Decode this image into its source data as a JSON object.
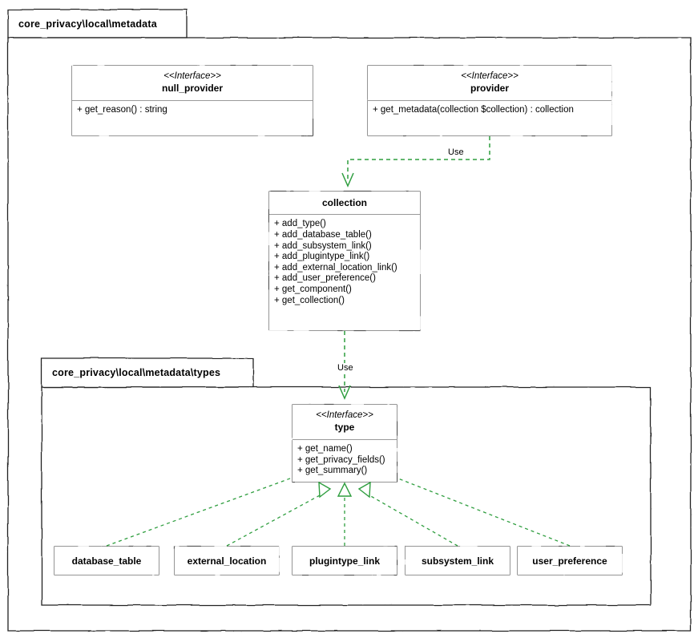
{
  "diagram": {
    "kind": "uml-class-diagram",
    "colors": {
      "background": "#ffffff",
      "box_border": "#555555",
      "divider": "#9a9a9a",
      "package_border": "#222222",
      "relation_green": "#2f9e3f",
      "text": "#000000"
    }
  },
  "packages": [
    {
      "id": "outer",
      "name": "core_privacy\\local\\metadata"
    },
    {
      "id": "inner",
      "name": "core_privacy\\local\\metadata\\types"
    }
  ],
  "classes": [
    {
      "id": "null_provider",
      "stereotype": "<<Interface>>",
      "name": "null_provider",
      "members": [
        "+ get_reason() : string"
      ]
    },
    {
      "id": "provider",
      "stereotype": "<<Interface>>",
      "name": "provider",
      "members": [
        "+ get_metadata(collection $collection) : collection"
      ]
    },
    {
      "id": "collection",
      "stereotype": "",
      "name": "collection",
      "members": [
        "+ add_type()",
        "+ add_database_table()",
        "+ add_subsystem_link()",
        "+ add_plugintype_link()",
        "+ add_external_location_link()",
        "+ add_user_preference()",
        "+ get_component()",
        "+ get_collection()"
      ]
    },
    {
      "id": "type",
      "stereotype": "<<Interface>>",
      "name": "type",
      "members": [
        "+ get_name()",
        "+ get_privacy_fields()",
        "+ get_summary()"
      ]
    },
    {
      "id": "database_table",
      "stereotype": "",
      "name": "database_table",
      "members": []
    },
    {
      "id": "external_location",
      "stereotype": "",
      "name": "external_location",
      "members": []
    },
    {
      "id": "plugintype_link",
      "stereotype": "",
      "name": "plugintype_link",
      "members": []
    },
    {
      "id": "subsystem_link",
      "stereotype": "",
      "name": "subsystem_link",
      "members": []
    },
    {
      "id": "user_preference",
      "stereotype": "",
      "name": "user_preference",
      "members": []
    }
  ],
  "relations": [
    {
      "id": "provider-uses-collection",
      "from": "provider",
      "to": "collection",
      "type": "dependency",
      "label": "Use"
    },
    {
      "id": "collection-uses-type",
      "from": "collection",
      "to": "type",
      "type": "dependency",
      "label": "Use"
    },
    {
      "id": "database-table-type",
      "from": "database_table",
      "to": "type",
      "type": "realization",
      "label": ""
    },
    {
      "id": "external-location-type",
      "from": "external_location",
      "to": "type",
      "type": "realization",
      "label": ""
    },
    {
      "id": "plugintype-link-type",
      "from": "plugintype_link",
      "to": "type",
      "type": "realization",
      "label": ""
    },
    {
      "id": "subsystem-link-type",
      "from": "subsystem_link",
      "to": "type",
      "type": "realization",
      "label": ""
    },
    {
      "id": "user-preference-type",
      "from": "user_preference",
      "to": "type",
      "type": "realization",
      "label": ""
    }
  ]
}
